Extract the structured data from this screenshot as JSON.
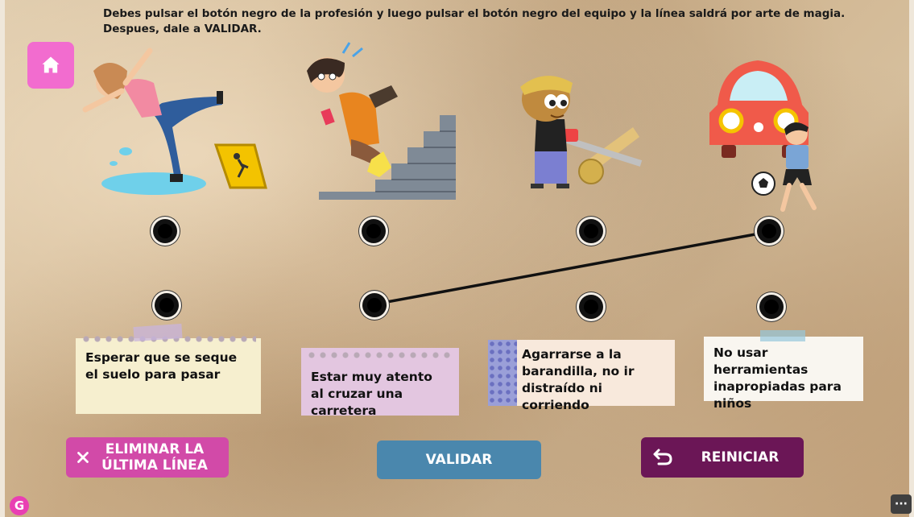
{
  "instructions": {
    "line1": "Debes pulsar el botón negro de la profesión y luego pulsar el botón negro del equipo y la línea saldrá por arte de magia.",
    "line2": "Despues, dale a VALIDAR."
  },
  "home_button": {
    "icon": "home-icon"
  },
  "pictures": [
    {
      "id": "slipping-on-wet-floor"
    },
    {
      "id": "falling-on-stairs"
    },
    {
      "id": "child-with-saw"
    },
    {
      "id": "child-playing-near-car"
    }
  ],
  "notes": [
    {
      "text": "Esperar que se seque el suelo para pasar"
    },
    {
      "text": "Estar muy atento al cruzar una carretera"
    },
    {
      "text": "Agarrarse a la barandilla, no ir distraído ni corriendo"
    },
    {
      "text": "No usar herramientas inapropiadas para niños"
    }
  ],
  "connection": {
    "from_top_item": 4,
    "to_bottom_item": 2
  },
  "buttons": {
    "eliminar": "ELIMINAR LA ÚLTIMA LÍNEA",
    "validar": "VALIDAR",
    "reiniciar": "REINICIAR"
  },
  "footer": {
    "badge": "G",
    "more": "···"
  },
  "colors": {
    "home": "#f26ccf",
    "eliminar": "#d24aa8",
    "validar": "#4a87ad",
    "reiniciar": "#6b1656"
  }
}
